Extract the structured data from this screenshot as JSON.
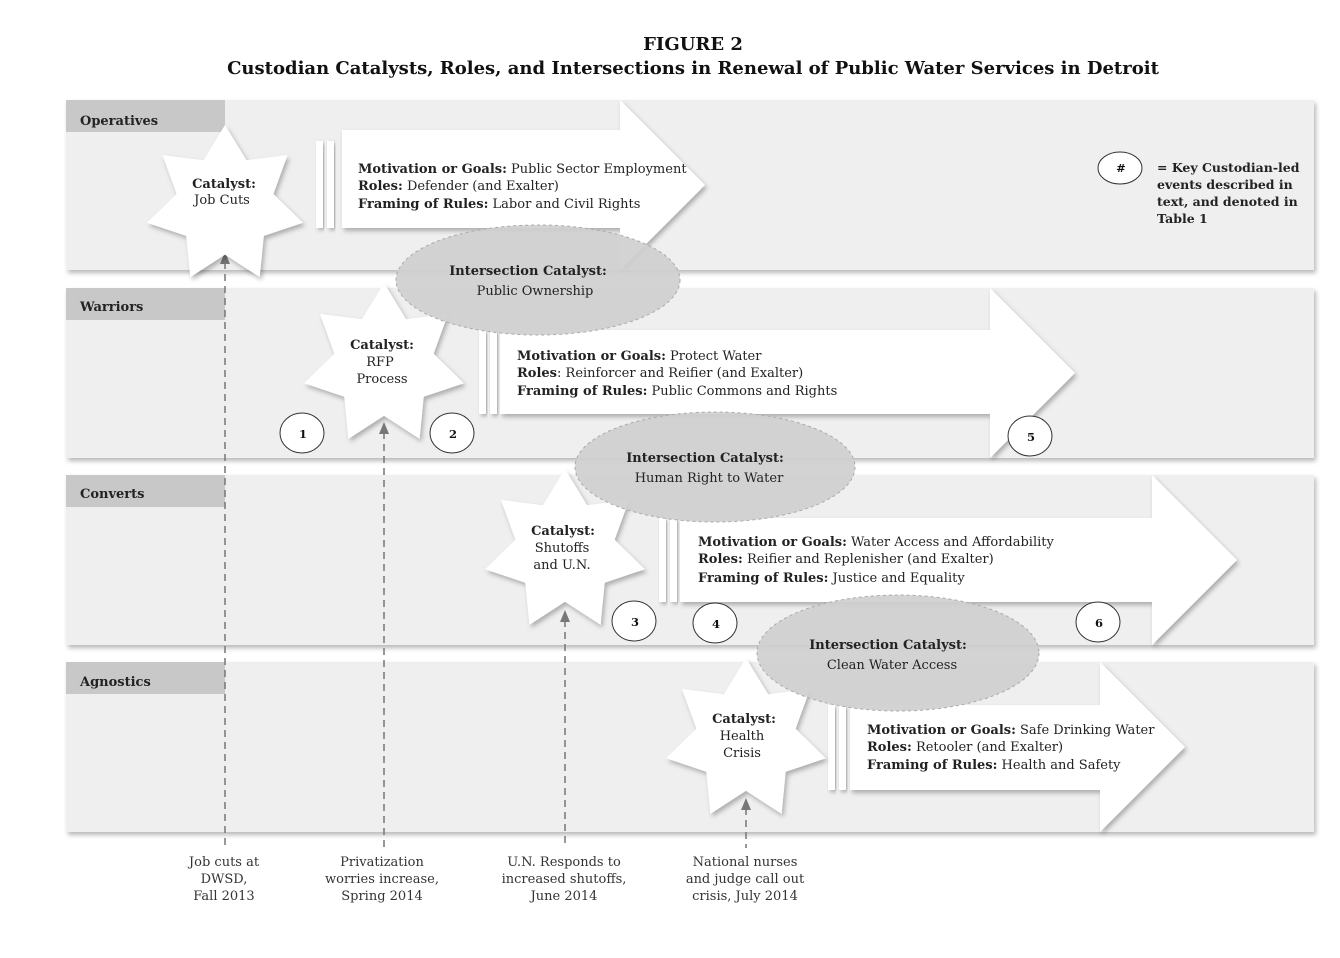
{
  "figure": {
    "number": "FIGURE 2",
    "title": "Custodian Catalysts, Roles, and Intersections in Renewal of Public Water Services in Detroit"
  },
  "lanes": [
    {
      "label": "Operatives",
      "catalyst": [
        "Catalyst:",
        "Job Cuts"
      ],
      "motivation_label": "Motivation or Goals:",
      "motivation": " Public Sector Employment",
      "roles_label": "Roles:",
      "roles": " Defender (and Exalter)",
      "framing_label": "Framing of Rules:",
      "framing": " Labor and Civil Rights"
    },
    {
      "label": "Warriors",
      "catalyst": [
        "Catalyst:",
        "RFP",
        "Process"
      ],
      "motivation_label": "Motivation or Goals:",
      "motivation": " Protect Water",
      "roles_label": "Roles",
      "roles": ": Reinforcer and Reifier (and Exalter)",
      "framing_label": "Framing of Rules:",
      "framing": " Public Commons and Rights"
    },
    {
      "label": "Converts",
      "catalyst": [
        "Catalyst:",
        "Shutoffs",
        "and U.N."
      ],
      "motivation_label": "Motivation or Goals:",
      "motivation": " Water Access and Affordability",
      "roles_label": "Roles:",
      "roles": " Reifier and Replenisher (and Exalter)",
      "framing_label": "Framing of Rules:",
      "framing": " Justice and Equality"
    },
    {
      "label": "Agnostics",
      "catalyst": [
        "Catalyst:",
        "Health",
        "Crisis"
      ],
      "motivation_label": "Motivation or Goals:",
      "motivation": " Safe Drinking Water",
      "roles_label": "Roles:",
      "roles": " Retooler (and Exalter)",
      "framing_label": "Framing of Rules:",
      "framing": " Health and Safety"
    }
  ],
  "intersections": [
    {
      "label": "Intersection Catalyst:",
      "value": "Public Ownership"
    },
    {
      "label": "Intersection Catalyst:",
      "value": "Human Right to Water"
    },
    {
      "label": "Intersection Catalyst:",
      "value": "Clean Water Access"
    }
  ],
  "event_markers": [
    "1",
    "2",
    "3",
    "4",
    "5",
    "6"
  ],
  "legend": {
    "symbol": "#",
    "text": "= Key Custodian-led events described in text, and denoted in Table 1"
  },
  "timeline": [
    "Job cuts at\nDWSD,\nFall 2013",
    "Privatization\nworries increase,\nSpring 2014",
    "U.N. Responds to\nincreased shutoffs,\nJune 2014",
    "National nurses\nand judge call out\ncrisis, July 2014"
  ],
  "colors": {
    "lane_bg": "#efefef",
    "label_tab": "#c8c8c8",
    "ellipse": "#cfcfcf",
    "arrow_fill": "#ffffff",
    "line": "#777777"
  }
}
